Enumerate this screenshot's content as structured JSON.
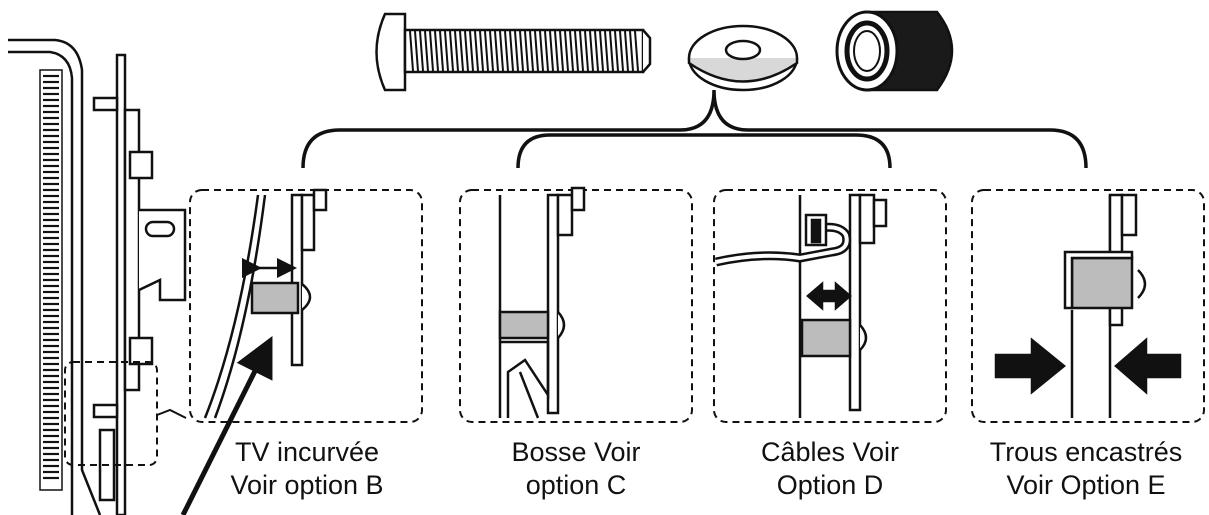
{
  "options": [
    {
      "id": "B",
      "line1": "TV incurvée",
      "line2": "Voir option B"
    },
    {
      "id": "C",
      "line1": "Bosse Voir",
      "line2": "option C"
    },
    {
      "id": "D",
      "line1": "Câbles Voir",
      "line2": "Option D"
    },
    {
      "id": "E",
      "line1": "Trous encastrés",
      "line2": "Voir Option E"
    }
  ],
  "hardware": [
    "screw-icon",
    "washer-icon",
    "spacer-icon"
  ],
  "colors": {
    "ink": "#111111",
    "spacer_fill": "#b9b9b9",
    "background": "#ffffff"
  }
}
